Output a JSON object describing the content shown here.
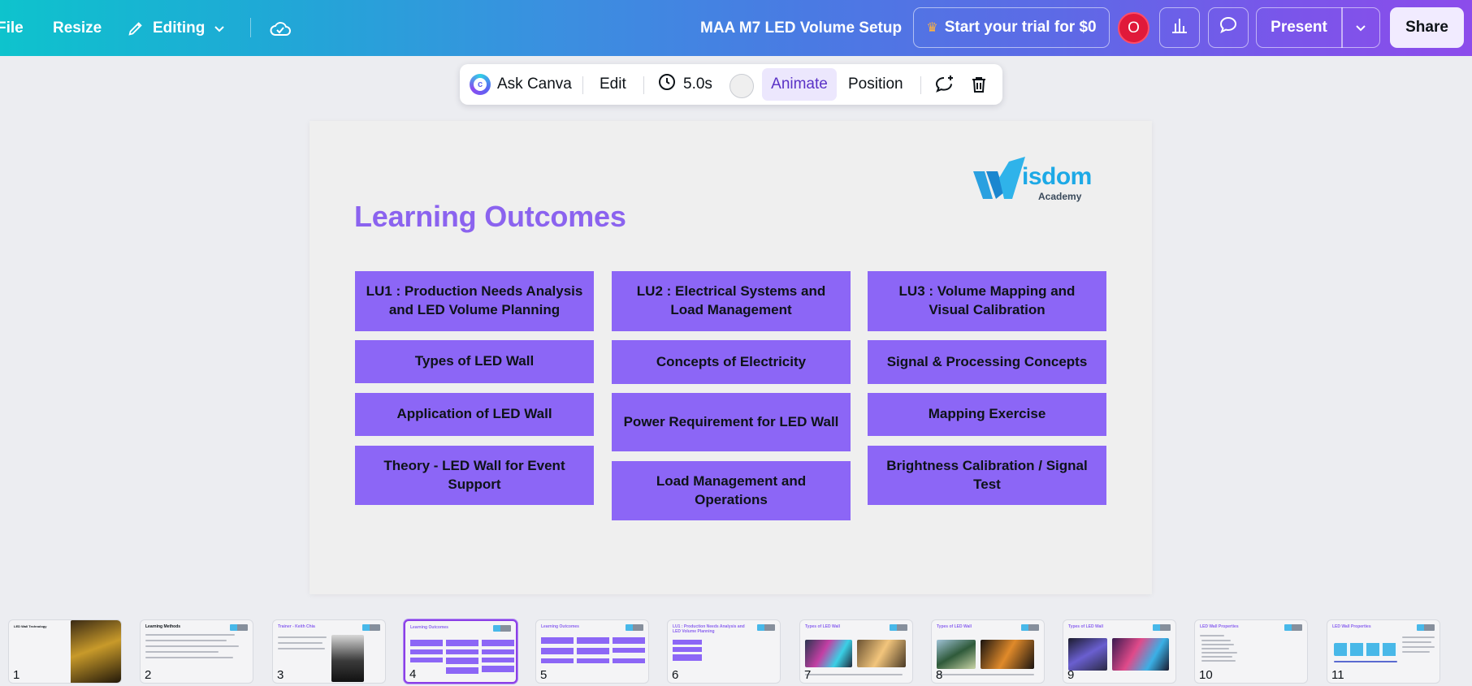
{
  "topbar": {
    "file": "File",
    "resize": "Resize",
    "editing": "Editing",
    "title": "MAA M7 LED Volume Setup",
    "trial": "Start your trial for $0",
    "avatar": "O",
    "present": "Present",
    "share": "Share"
  },
  "toolbar": {
    "ask": "Ask Canva",
    "edit": "Edit",
    "duration": "5.0s",
    "animate": "Animate",
    "position": "Position"
  },
  "slide": {
    "title": "Learning Outcomes",
    "logo_text": "isdom",
    "logo_sub": "Academy",
    "columns": [
      [
        "LU1 : Production Needs Analysis and LED Volume Planning",
        "Types of LED Wall",
        "Application of LED Wall",
        "Theory - LED Wall for Event Support"
      ],
      [
        "LU2 : Electrical Systems and Load Management",
        "Concepts of Electricity",
        "Power Requirement for LED Wall",
        "Load Management and Operations"
      ],
      [
        "LU3 : Volume Mapping and Visual Calibration",
        "Signal & Processing Concepts",
        "Mapping Exercise",
        "Brightness Calibration / Signal Test"
      ]
    ]
  },
  "thumbnails": {
    "items": [
      {
        "num": "1",
        "title": "LED Wall Technology"
      },
      {
        "num": "2",
        "title": "Learning Methods"
      },
      {
        "num": "3",
        "title": "Trainer - Keith Chia"
      },
      {
        "num": "4",
        "title": "Learning Outcomes"
      },
      {
        "num": "5",
        "title": "Learning Outcomes"
      },
      {
        "num": "6",
        "title": "LU1 : Production Needs Analysis and LED Volume Planning"
      },
      {
        "num": "7",
        "title": "Types of LED Wall"
      },
      {
        "num": "8",
        "title": "Types of LED Wall"
      },
      {
        "num": "9",
        "title": "Types of LED Wall"
      },
      {
        "num": "10",
        "title": "LED Wall Properties"
      },
      {
        "num": "11",
        "title": "LED Wall Properties"
      }
    ],
    "active": "4"
  },
  "colors": {
    "accent": "#8c66f6",
    "title": "#8b63ef",
    "active_border": "#8b3fe6"
  }
}
